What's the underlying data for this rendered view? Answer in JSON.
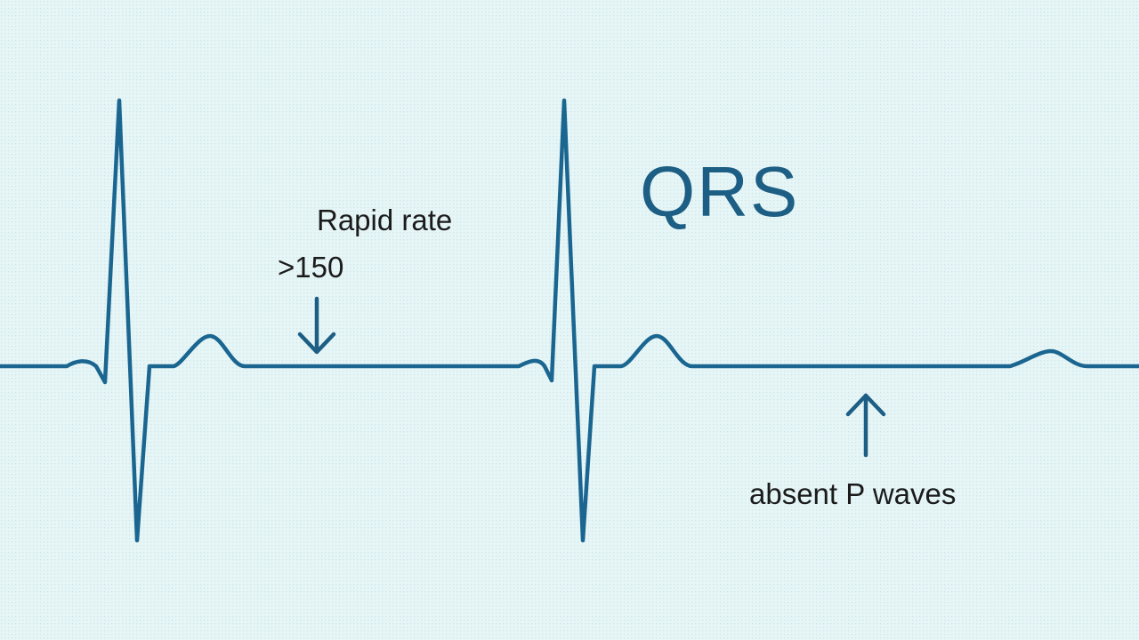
{
  "labels": {
    "qrs": "QRS",
    "rapid_rate": "Rapid rate",
    "rate_threshold": ">150",
    "absent_p_waves": "absent P waves"
  },
  "colors": {
    "background": "#e6f6f7",
    "grid_dot": "#cfe5e7",
    "trace": "#1b6690",
    "text_dark": "#1b1b1b",
    "text_accent": "#1d5e84"
  }
}
